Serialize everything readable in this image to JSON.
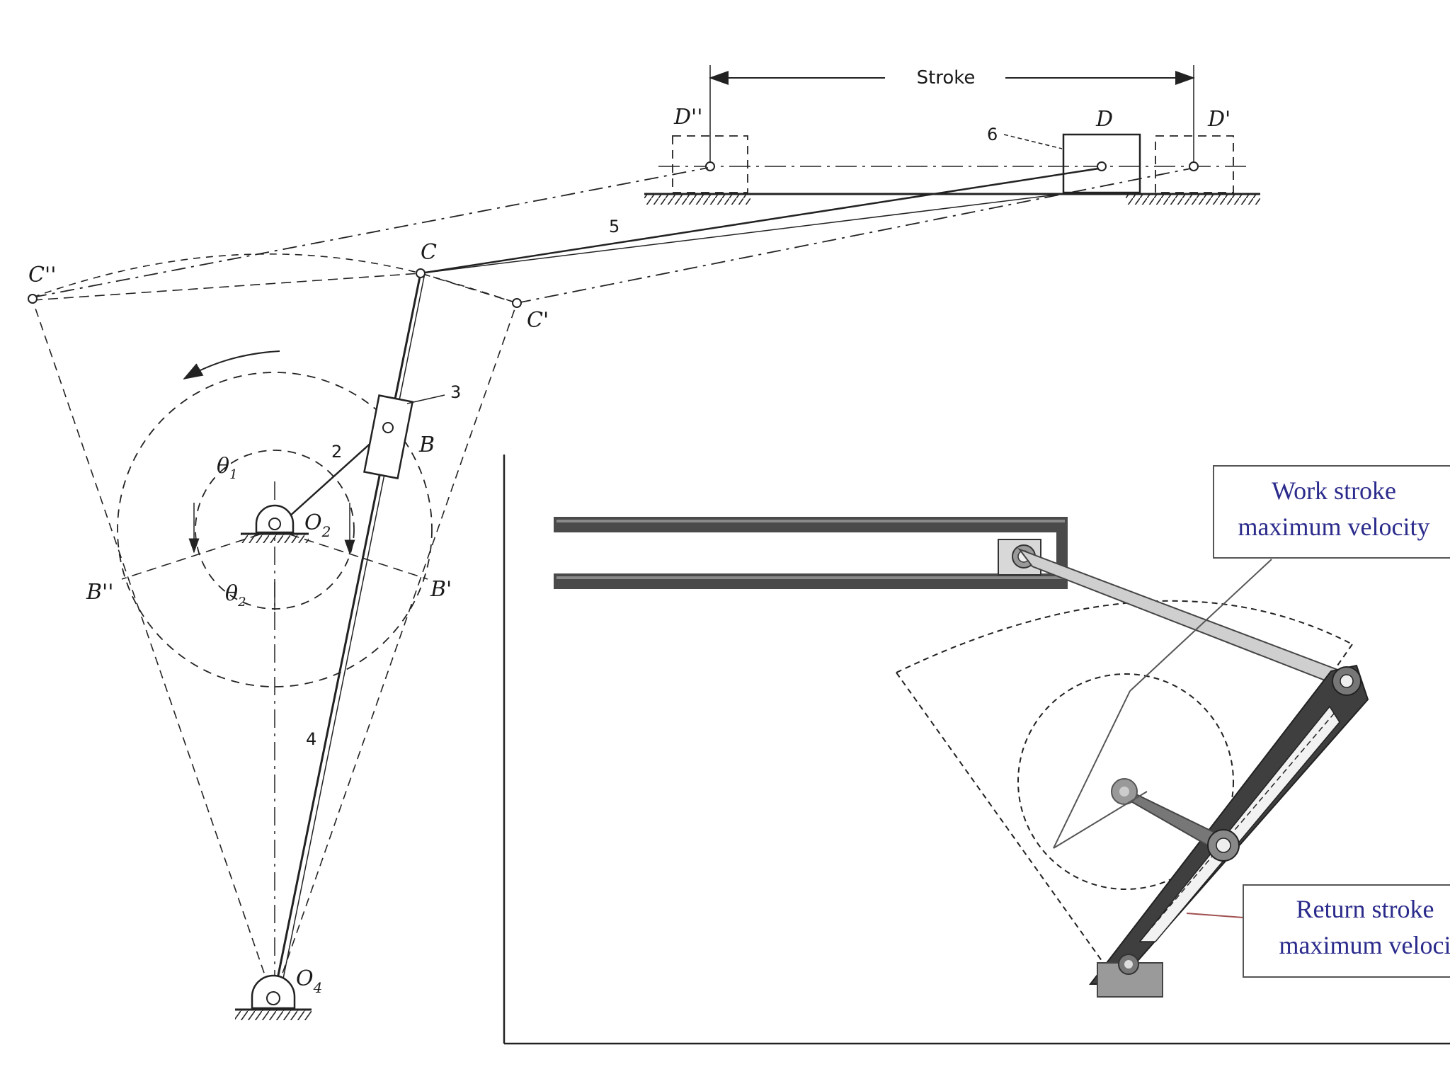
{
  "diagram": {
    "stroke_label": "Stroke",
    "labels": {
      "D_dbl": "D''",
      "D": "D",
      "D_prime": "D'",
      "C_dbl": "C''",
      "C": "C",
      "C_prime": "C'",
      "B": "B",
      "B_dbl": "B''",
      "B_prime": "B'",
      "O2": "O",
      "O2_sub": "2",
      "O4": "O",
      "O4_sub": "4",
      "theta1": "θ",
      "theta1_sub": "1",
      "theta2": "θ",
      "theta2_sub": "2"
    },
    "link_numbers": {
      "l2": "2",
      "l3": "3",
      "l4": "4",
      "l5": "5",
      "l6": "6"
    }
  },
  "inset": {
    "work_callout": {
      "line1": "Work stroke",
      "line2": "maximum velocity"
    },
    "return_callout": {
      "line1": "Return stroke",
      "line2": "maximum veloci"
    }
  },
  "colors": {
    "line": "#222222",
    "callout_text": "#2b2b8c",
    "part_dark": "#555555",
    "part_light": "#cfcfcf"
  }
}
